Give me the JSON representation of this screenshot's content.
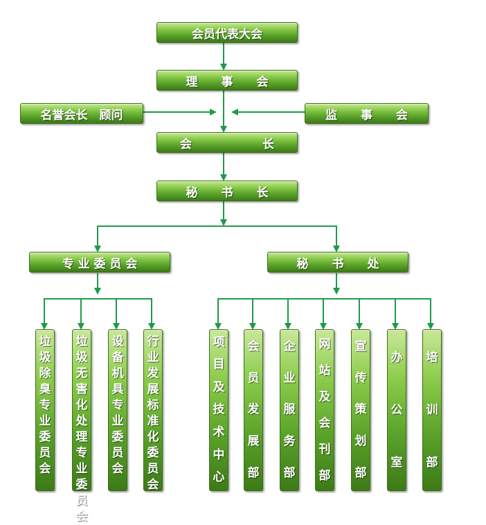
{
  "top": {
    "congress": "会员代表大会",
    "council": "理　　事　　会",
    "honorary": "名誉会长　顾问",
    "supervisors": "监　　事　　会",
    "president": "会　　　　　　长",
    "secretary_general": "秘　　书　　长"
  },
  "branches": {
    "committees": "专 业 委 员 会",
    "secretariat": "秘　　书　　处"
  },
  "committees": [
    "垃圾除臭专业委员会",
    "垃圾无害化处理专业委员会",
    "设备机具专业委员会",
    "行业发展标准化委员会"
  ],
  "departments": [
    "项目及技术中心",
    "会员发展部",
    "企业服务部",
    "网站及会刊部",
    "宣传策划部",
    "办公室",
    "培训部"
  ],
  "colors": {
    "line": "#1f9a4a",
    "box_top": "#c9e89a",
    "box_bottom": "#3d7a18"
  }
}
